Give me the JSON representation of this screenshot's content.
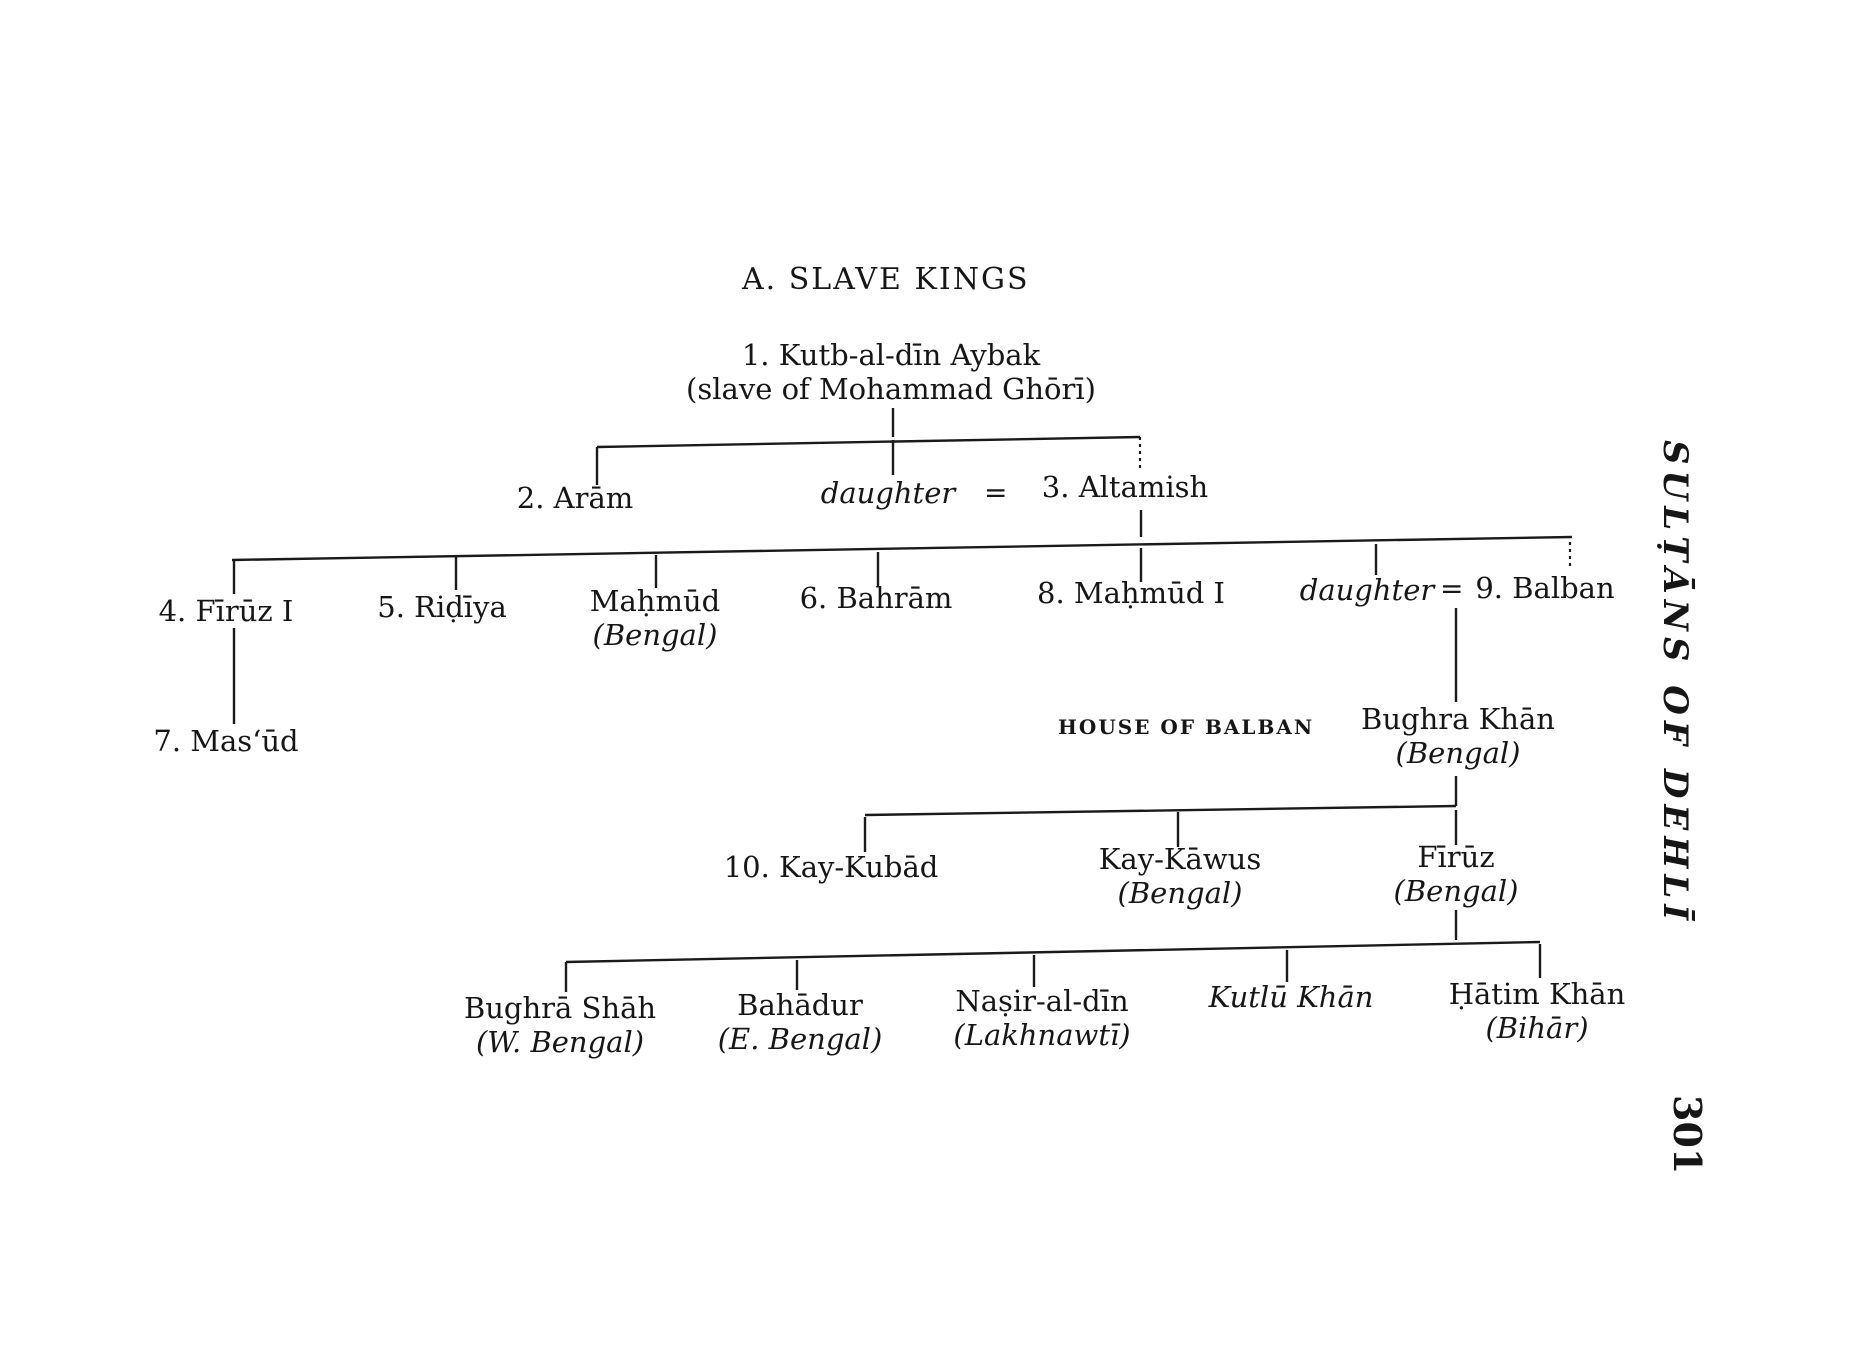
{
  "title": "A. SLAVE KINGS",
  "side_heading": "SULṬĀNS OF DEHLĪ",
  "page_number": "301",
  "house_label": "HOUSE OF BALBAN",
  "nodes": {
    "aybak": {
      "line1": "1. Kutb-al-dīn Aybak",
      "line2": "(slave of Mohammad Ghōrī)"
    },
    "aram": {
      "line1": "2. Arām"
    },
    "daughter1": {
      "line1": "daughter"
    },
    "equals1": "=",
    "altamish": {
      "line1": "3. Altamish"
    },
    "firuz1": {
      "line1": "4. Fīrūz I"
    },
    "ridiya": {
      "line1": "5. Riḍīya"
    },
    "mahmud_bengal": {
      "line1": "Maḥmūd",
      "line2": "(Bengal)"
    },
    "bahram": {
      "line1": "6. Bahrām"
    },
    "mahmud1": {
      "line1": "8. Maḥmūd I"
    },
    "daughter2": {
      "line1": "daughter"
    },
    "equals2": "=",
    "balban": {
      "line1": "9. Balban"
    },
    "masud": {
      "line1": "7. Mas‘ūd"
    },
    "bughra_khan": {
      "line1": "Bughra Khān",
      "line2": "(Bengal)"
    },
    "kay_kubad": {
      "line1": "10. Kay-Kubād"
    },
    "kay_kawus": {
      "line1": "Kay-Kāwus",
      "line2": "(Bengal)"
    },
    "firuz_bengal": {
      "line1": "Fīrūz",
      "line2": "(Bengal)"
    },
    "bughra_shah": {
      "line1": "Bughrā Shāh",
      "line2": "(W. Bengal)"
    },
    "bahadur": {
      "line1": "Bahādur",
      "line2": "(E. Bengal)"
    },
    "nasir": {
      "line1": "Naṣir-al-dīn",
      "line2": "(Lakhnawtī)"
    },
    "kutlu": {
      "line1": "Kutlū Khān"
    },
    "hatim": {
      "line1": "Ḥātim Khān",
      "line2": "(Bihār)"
    }
  }
}
